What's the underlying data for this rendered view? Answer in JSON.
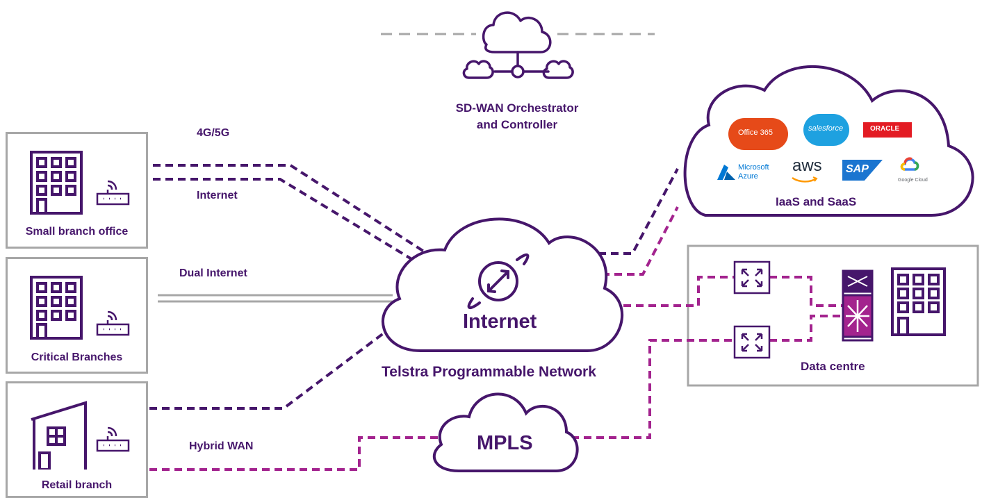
{
  "orchestrator": {
    "label_line1": "SD-WAN Orchestrator",
    "label_line2": "and Controller"
  },
  "branches": [
    {
      "label": "Small branch office"
    },
    {
      "label": "Critical Branches"
    },
    {
      "label": "Retail branch"
    }
  ],
  "links": {
    "4g5g": "4G/5G",
    "internet": "Internet",
    "dual_internet": "Dual Internet",
    "hybrid_wan": "Hybrid WAN"
  },
  "internet_cloud": {
    "label": "Internet"
  },
  "network": {
    "label": "Telstra Programmable Network"
  },
  "mpls": {
    "label": "MPLS"
  },
  "cloud_services": {
    "label": "IaaS and SaaS",
    "logos": {
      "office365": "Office 365",
      "salesforce": "salesforce",
      "oracle": "ORACLE",
      "azure_1": "Microsoft",
      "azure_2": "Azure",
      "aws": "aws",
      "sap": "SAP",
      "google": "Google Cloud"
    }
  },
  "data_centre": {
    "label": "Data centre"
  },
  "colors": {
    "primary": "#46166b",
    "magenta": "#a3238e",
    "gray": "#a7a7a7",
    "office": "#e64a19",
    "salesforce": "#1ea1e0",
    "oracle": "#e31b23",
    "azure": "#0078d4",
    "sap": "#1b75d0"
  }
}
